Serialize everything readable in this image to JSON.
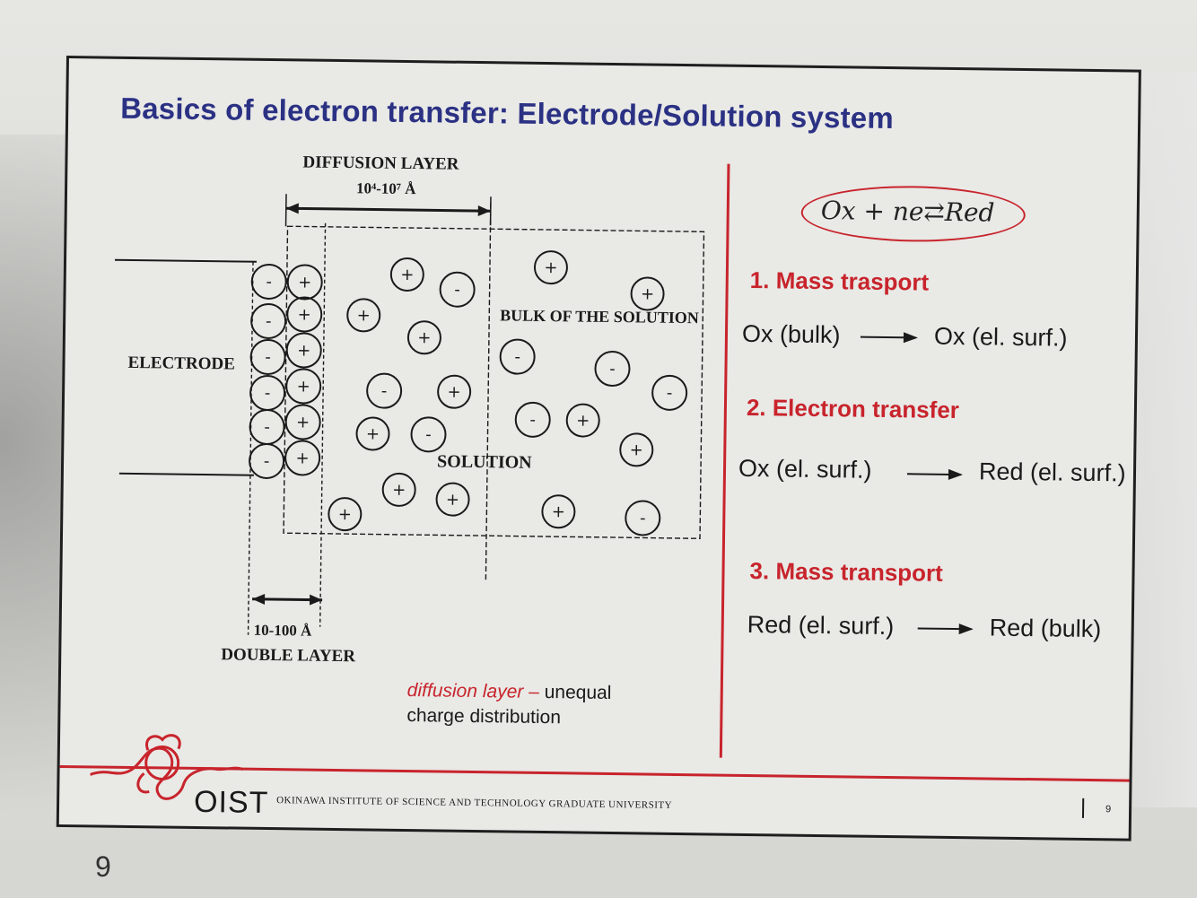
{
  "slide": {
    "title": "Basics of electron transfer: Electrode/Solution system",
    "diagram": {
      "diffusion_label": "DIFFUSION LAYER",
      "diffusion_range": "10⁴-10⁷ Å",
      "electrode_label": "ELECTRODE",
      "bulk_label": "BULK OF THE SOLUTION",
      "solution_label": "SOLUTION",
      "double_range": "10-100 Å",
      "double_label": "DOUBLE LAYER"
    },
    "equation": "Ox + ne⇄Red",
    "steps": [
      {
        "title": "1. Mass trasport",
        "left": "Ox (bulk)",
        "right": "Ox (el. surf.)"
      },
      {
        "title": "2. Electron transfer",
        "left": "Ox (el. surf.)",
        "right": "Red (el. surf.)"
      },
      {
        "title": "3. Mass transport",
        "left": "Red (el. surf.)",
        "right": "Red (bulk)"
      }
    ],
    "note": {
      "highlight": "diffusion layer –",
      "rest1": " unequal",
      "rest2": "charge distribution"
    },
    "footer": {
      "logo_text": "OIST",
      "university": "OKINAWA INSTITUTE OF SCIENCE AND TECHNOLOGY GRADUATE UNIVERSITY",
      "slide_number": "9"
    }
  },
  "page_number": "9"
}
